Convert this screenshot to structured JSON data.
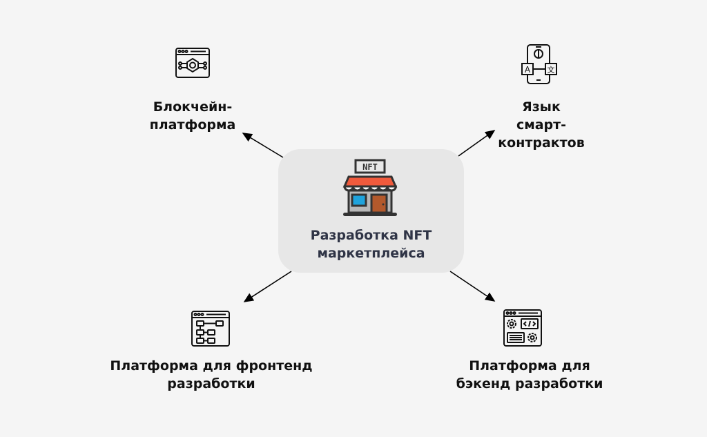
{
  "center": {
    "title": "Разработка NFT маркетплейса",
    "line1": "Разработка NFT",
    "line2": "маркетплейса",
    "sign_text": "NFT"
  },
  "nodes": [
    {
      "label": "Блокчейн-\nплатформа",
      "icon": "blockchain-browser-icon"
    },
    {
      "label": "Язык\nсмарт-\nконтрактов",
      "icon": "smartphone-translate-icon"
    },
    {
      "label": "Платформа для фронтенд\nразработки",
      "icon": "browser-flowchart-icon"
    },
    {
      "label": "Платформа для\nбэкенд разработки",
      "icon": "browser-code-gears-icon"
    }
  ],
  "colors": {
    "background": "#f5f5f5",
    "center_box": "#e7e7e7",
    "center_text": "#2f3446",
    "awning": "#f05a3c",
    "window": "#1fa3dc",
    "door": "#b3592c"
  }
}
